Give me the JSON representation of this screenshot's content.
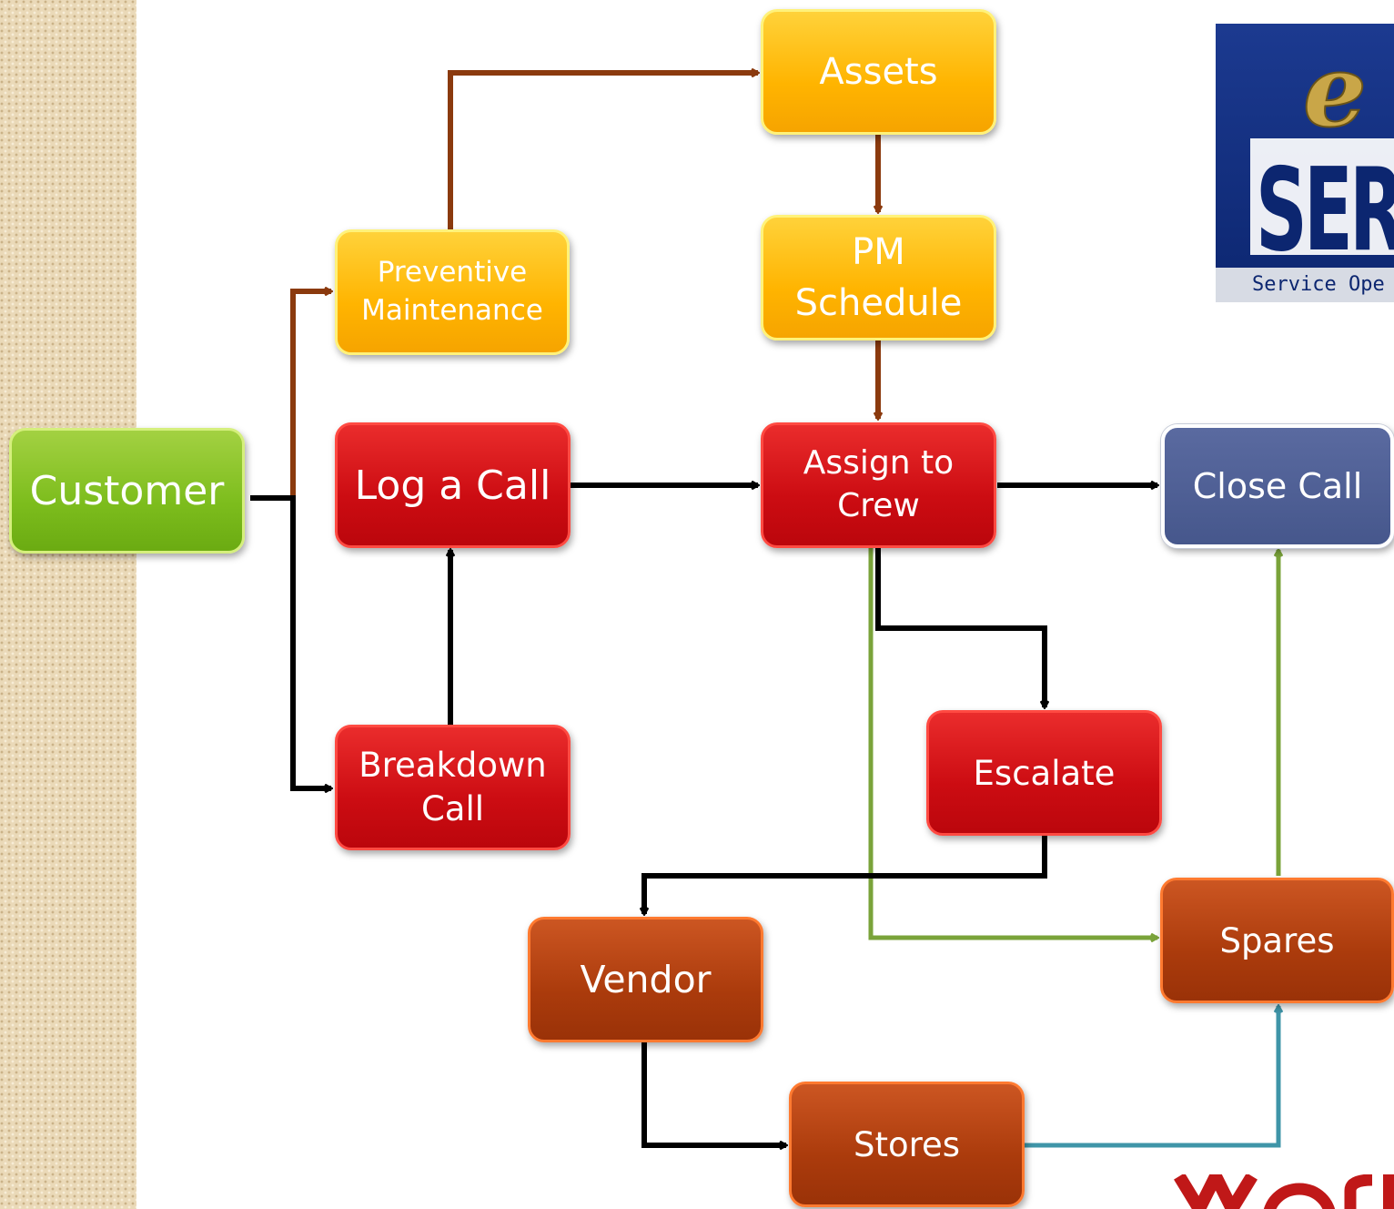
{
  "diagram": {
    "nodes": {
      "customer": "Customer",
      "preventive_maintenance": "Preventive\nMaintenance",
      "log_a_call": "Log a Call",
      "breakdown_call": "Breakdown\nCall",
      "assets": "Assets",
      "pm_schedule": "PM\nSchedule",
      "assign_to_crew": "Assign to\nCrew",
      "close_call": "Close Call",
      "escalate": "Escalate",
      "vendor": "Vendor",
      "spares": "Spares",
      "stores": "Stores"
    },
    "edges": [
      {
        "from": "Customer",
        "to": "Preventive Maintenance",
        "color": "#8b3a0e"
      },
      {
        "from": "Customer",
        "to": "Breakdown Call",
        "color": "#000000"
      },
      {
        "from": "Preventive Maintenance",
        "to": "Assets",
        "color": "#8b3a0e"
      },
      {
        "from": "Assets",
        "to": "PM Schedule",
        "color": "#8b3a0e"
      },
      {
        "from": "PM Schedule",
        "to": "Assign to Crew",
        "color": "#8b3a0e"
      },
      {
        "from": "Breakdown Call",
        "to": "Log a Call",
        "color": "#000000"
      },
      {
        "from": "Log a Call",
        "to": "Assign to Crew",
        "color": "#000000"
      },
      {
        "from": "Assign to Crew",
        "to": "Close Call",
        "color": "#000000"
      },
      {
        "from": "Assign to Crew",
        "to": "Escalate",
        "color": "#000000"
      },
      {
        "from": "Assign to Crew",
        "to": "Spares",
        "color": "#7aa33a"
      },
      {
        "from": "Escalate",
        "to": "Vendor",
        "color": "#000000"
      },
      {
        "from": "Vendor",
        "to": "Stores",
        "color": "#000000"
      },
      {
        "from": "Stores",
        "to": "Spares",
        "color": "#3f95a8"
      },
      {
        "from": "Spares",
        "to": "Close Call",
        "color": "#7aa33a"
      }
    ]
  },
  "logo": {
    "script_text": "e",
    "wordmark": "SER",
    "caption": "Service Ope"
  },
  "colors": {
    "yellow_node": "#ffb400",
    "red_node": "#cc0c12",
    "green_node": "#7dbd1d",
    "blue_node": "#46578c",
    "orange_node": "#ab3b0c",
    "logo_background": "#0c2670",
    "footer_fragment": "#c01818"
  }
}
